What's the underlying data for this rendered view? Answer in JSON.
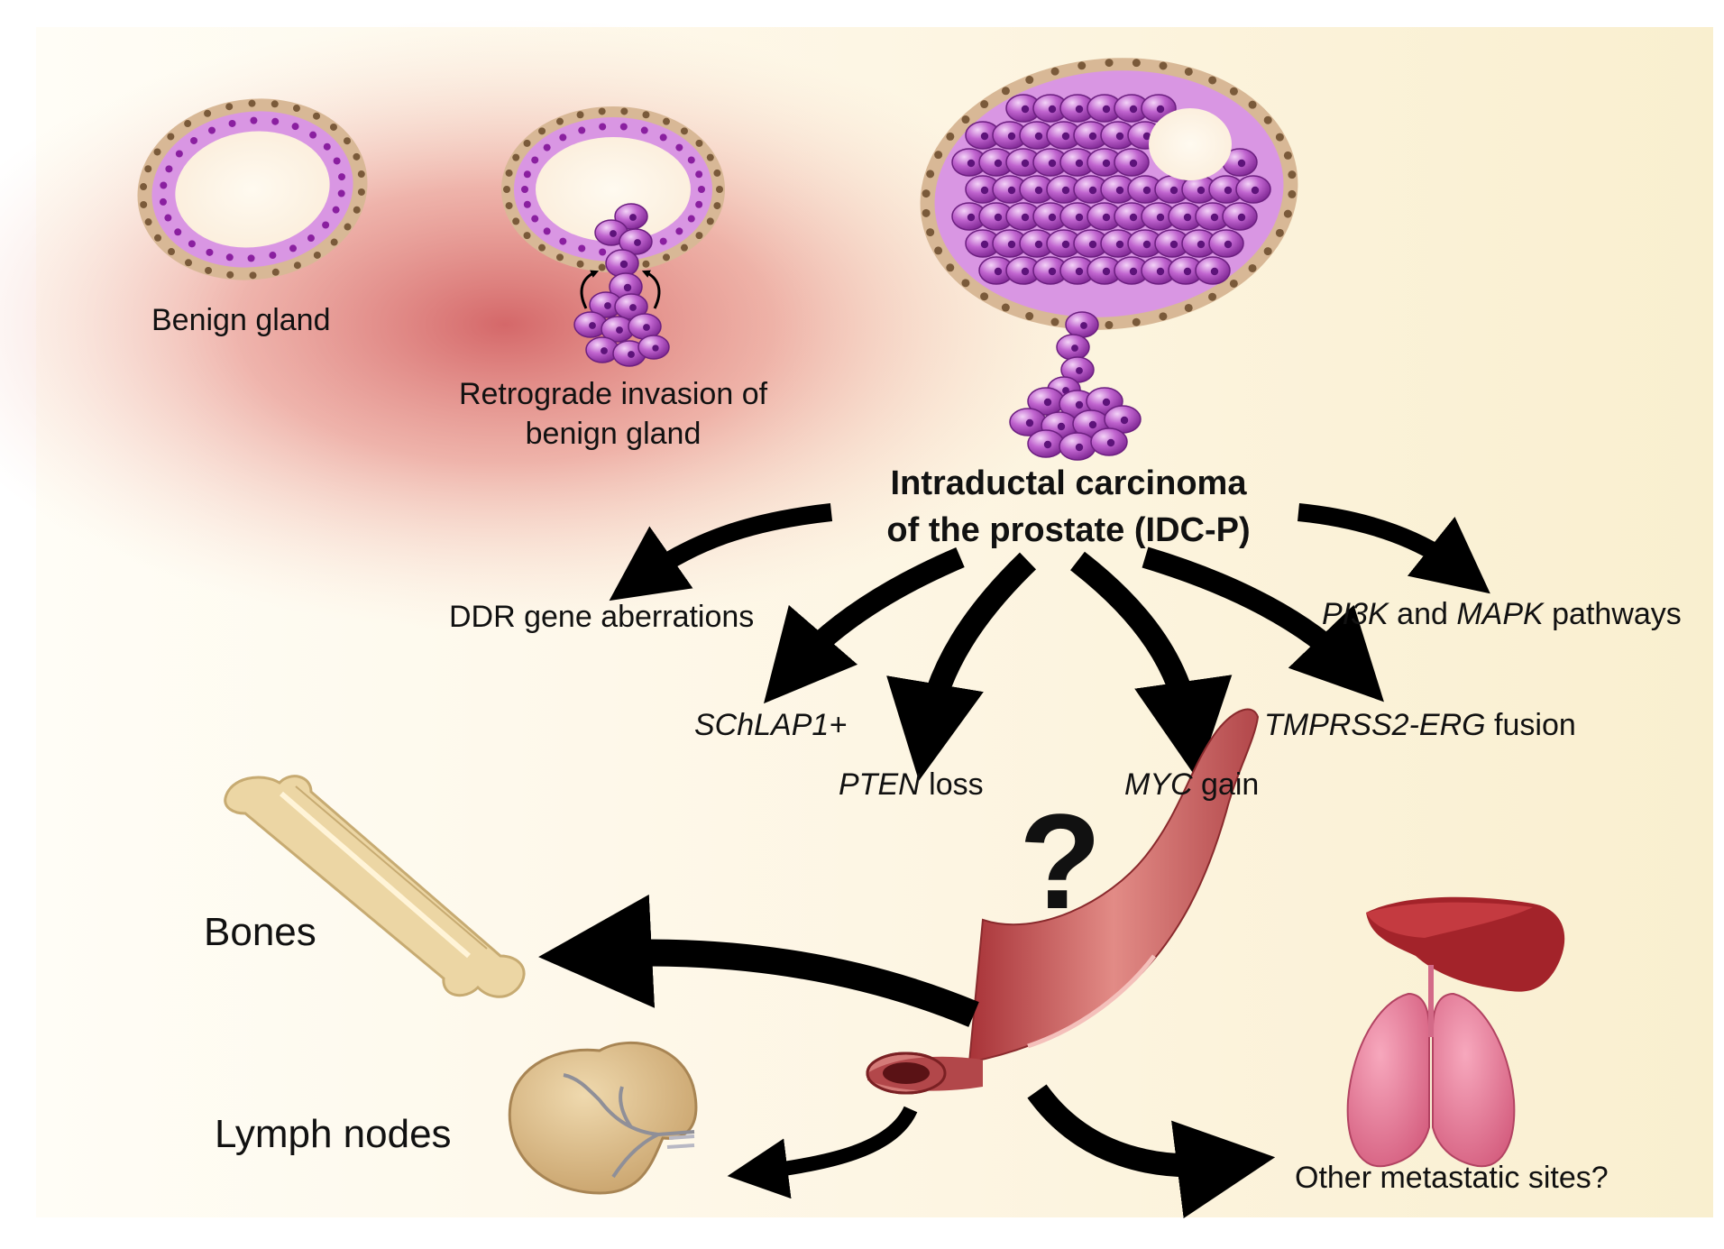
{
  "labels": {
    "benign_gland": "Benign gland",
    "retrograde_line1": "Retrograde invasion of",
    "retrograde_line2": "benign gland",
    "idcp_line1": "Intraductal carcinoma",
    "idcp_line2": "of the prostate (IDC-P)",
    "ddr": "DDR gene aberrations",
    "pi3k_gene1": "PI3K",
    "pi3k_mid": " and ",
    "pi3k_gene2": "MAPK",
    "pi3k_suffix": " pathways",
    "schlap1": "SChLAP1+",
    "pten_gene": "PTEN",
    "pten_suffix": " loss",
    "myc_gene": "MYC",
    "myc_suffix": " gain",
    "tmprss2_gene": "TMPRSS2-ERG",
    "tmprss2_suffix": " fusion",
    "question_mark": "?",
    "bones": "Bones",
    "lymph_nodes": "Lymph nodes",
    "other_sites": "Other metastatic sites?"
  },
  "colors": {
    "cell_purple": "#a83fb8",
    "cell_light": "#d89be0",
    "stroma_tan": "#d8b896",
    "basal_dot": "#7a5a3a",
    "red_glow": "#d25a5a",
    "background_cream": "#fbf1d6",
    "arrow": "#000000",
    "vessel": "#c8585a",
    "bone": "#ecd6a4",
    "lymph_node": "#d8bd8c",
    "liver": "#9b1c22",
    "lung": "#e07895"
  },
  "icons": {
    "bone": "bone-icon",
    "lymph_node": "lymph-node-icon",
    "vessel": "blood-vessel-icon",
    "liver": "liver-icon",
    "lungs": "lungs-icon"
  }
}
